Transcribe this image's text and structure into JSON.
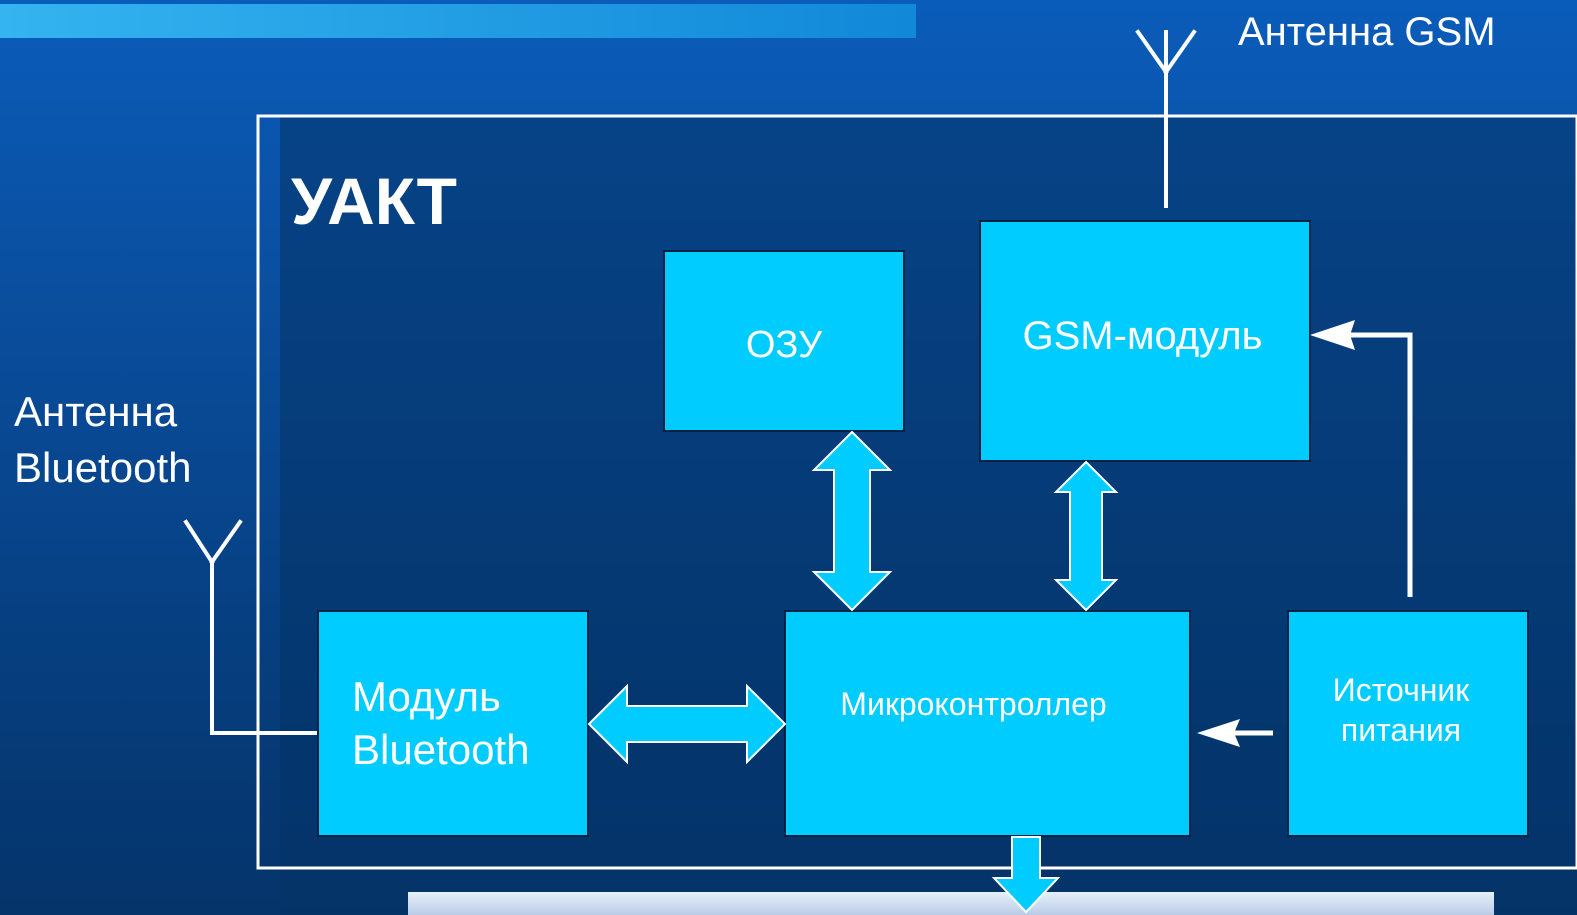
{
  "title": "УАКТ",
  "labels": {
    "antenna_gsm": "Антенна GSM",
    "antenna_bluetooth": "Антенна\nBluetooth"
  },
  "blocks": {
    "ram": "ОЗУ",
    "gsm_module": "GSM-модуль",
    "bluetooth_module": "Модуль\nBluetooth",
    "microcontroller": "Микроконтроллер",
    "power_source": "Источник\nпитания"
  },
  "colors": {
    "block_fill": "#00ccff",
    "arrow_fill": "#00ccff",
    "line": "#ffffff",
    "title_bar": "#1f9be0"
  },
  "icons": {
    "antenna": "antenna-icon"
  }
}
